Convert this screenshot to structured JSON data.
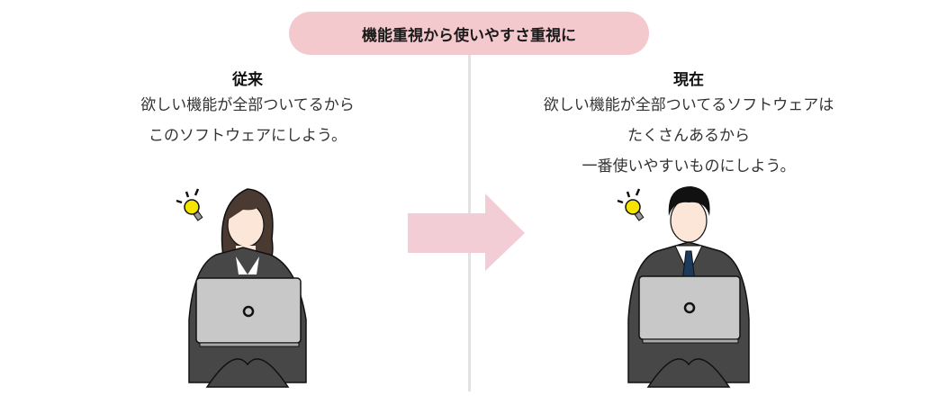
{
  "header": {
    "title": "機能重視から使いやすさ重視に"
  },
  "left": {
    "heading": "従来",
    "lines": [
      "欲しい機能が全部ついてるから",
      "このソフトウェアにしよう。"
    ],
    "figure": "woman-with-laptop-and-lightbulb"
  },
  "right": {
    "heading": "現在",
    "lines": [
      "欲しい機能が全部ついてるソフトウェアは",
      "たくさんあるから",
      "一番使いやすいものにしよう。"
    ],
    "figure": "man-with-laptop-and-lightbulb"
  },
  "colors": {
    "pill": "#f3c9ce",
    "arrow": "#f2cdd6",
    "divider": "#e2e2e2",
    "suit": "#474747",
    "laptop": "#c8c8c8",
    "bulb": "#f5e400",
    "tie": "#1c3a5e"
  },
  "icons": {
    "arrow": "right-arrow-icon",
    "bulb": "lightbulb-icon"
  }
}
